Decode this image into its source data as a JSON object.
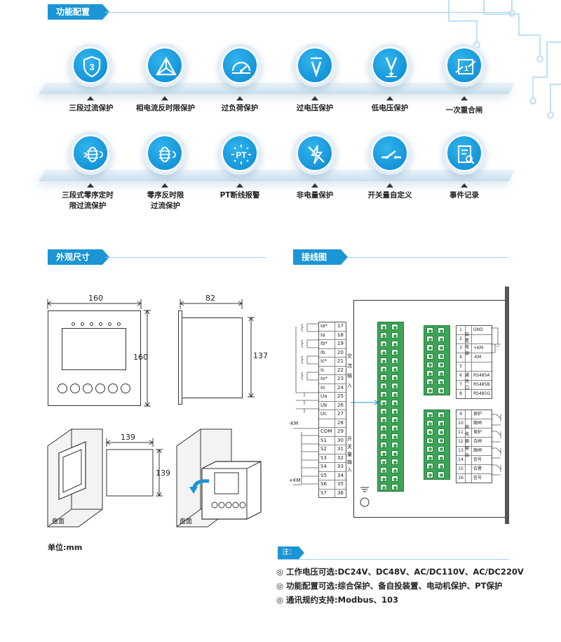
{
  "sections": {
    "functions": "功能配置",
    "dimensions": "外观尺寸",
    "wiring": "接线图"
  },
  "features_row1": [
    {
      "icon": "shield-3-icon",
      "label": "三段过流保护"
    },
    {
      "icon": "phase-triangle-icon",
      "label": "相电流反时限保护"
    },
    {
      "icon": "gauge-icon",
      "label": "过负荷保护"
    },
    {
      "icon": "overvoltage-icon",
      "label": "过电压保护"
    },
    {
      "icon": "undervoltage-icon",
      "label": "低电压保护"
    },
    {
      "icon": "reclose-switch-icon",
      "label": "一次重合闸"
    }
  ],
  "features_row2": [
    {
      "icon": "zero-seq-timer-icon",
      "label1": "三段式零序定时",
      "label2": "限过流保护"
    },
    {
      "icon": "zero-seq-inverse-icon",
      "label1": "零序反时限",
      "label2": "过流保护"
    },
    {
      "icon": "pt-icon",
      "label1": "PT断线报警",
      "label2": ""
    },
    {
      "icon": "non-electric-icon",
      "label1": "非电量保护",
      "label2": ""
    },
    {
      "icon": "switch-icon",
      "label1": "开关量自定义",
      "label2": ""
    },
    {
      "icon": "event-record-icon",
      "label1": "事件记录",
      "label2": ""
    }
  ],
  "dimensions": {
    "front_width": "160",
    "front_height": "160",
    "side_depth": "82",
    "side_height": "137",
    "cutout_width": "139",
    "cutout_height": "139",
    "panel_label": "盘面",
    "panel_label2": "盘面",
    "unit": "单位:mm"
  },
  "wiring": {
    "left_terminals": [
      {
        "name": "Ia*",
        "num": "17"
      },
      {
        "name": "Ia",
        "num": "18"
      },
      {
        "name": "Ib*",
        "num": "19"
      },
      {
        "name": "Ib",
        "num": "20"
      },
      {
        "name": "Ic*",
        "num": "21"
      },
      {
        "name": "Ic",
        "num": "22"
      },
      {
        "name": "Io*",
        "num": "23"
      },
      {
        "name": "Io",
        "num": "24"
      },
      {
        "name": "Ua",
        "num": "25"
      },
      {
        "name": "Ub",
        "num": "26"
      },
      {
        "name": "Uc",
        "num": "27"
      },
      {
        "name": "",
        "num": "28"
      },
      {
        "name": "COM",
        "num": "29"
      },
      {
        "name": "S1",
        "num": "30"
      },
      {
        "name": "S2",
        "num": "31"
      },
      {
        "name": "S3",
        "num": "32"
      },
      {
        "name": "S4",
        "num": "33"
      },
      {
        "name": "S5",
        "num": "34"
      },
      {
        "name": "S6",
        "num": "35"
      },
      {
        "name": "S7",
        "num": "36"
      }
    ],
    "left_group1": "交流输入",
    "left_group2": "开关量输入",
    "minus_km": "-KM",
    "plus_km": "+KM",
    "right_top": [
      {
        "num": "1",
        "name": "GND"
      },
      {
        "num": "2",
        "name": ""
      },
      {
        "num": "3",
        "name": "+KM"
      },
      {
        "num": "4",
        "name": "-KM"
      },
      {
        "num": "5",
        "name": ""
      },
      {
        "num": "6",
        "name": "RS485A"
      },
      {
        "num": "7",
        "name": "RS485B"
      },
      {
        "num": "8",
        "name": "RS485G"
      }
    ],
    "right_top_group1": "装置电源",
    "right_top_group2": "通讯口",
    "right_bottom": [
      {
        "num": "9",
        "name": "保护"
      },
      {
        "num": "10",
        "name": "跳闸"
      },
      {
        "num": "11",
        "name": "保护"
      },
      {
        "num": "12",
        "name": "合闸"
      },
      {
        "num": "13",
        "name": "跳闸"
      },
      {
        "num": "14",
        "name": "信号"
      },
      {
        "num": "15",
        "name": "告警"
      },
      {
        "num": "16",
        "name": "信号"
      }
    ],
    "right_bottom_group": "继电器输出"
  },
  "notes": {
    "tag": "注：",
    "items": [
      "◎ 工作电压可选:DC24V、DC48V、AC/DC110V、AC/DC220V",
      "◎ 功能配置可选:综合保护、备自投装置、电动机保护、PT保护",
      "◎ 通讯规约支持:Modbus、103"
    ]
  }
}
